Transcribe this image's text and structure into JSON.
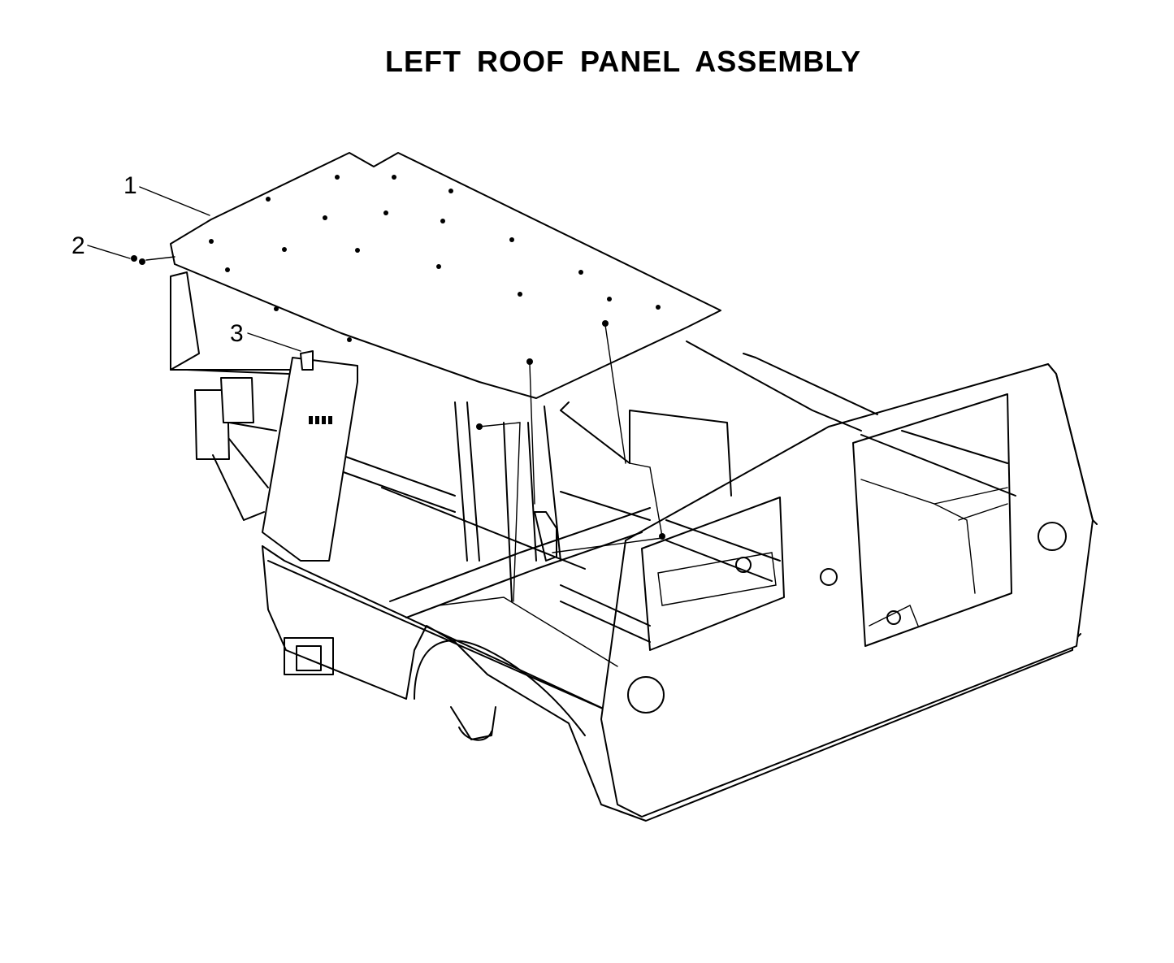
{
  "title": "LEFT ROOF PANEL ASSEMBLY",
  "callouts": [
    {
      "id": "1",
      "label": "1",
      "part": "roof-panel"
    },
    {
      "id": "2",
      "label": "2",
      "part": "bolt"
    },
    {
      "id": "3",
      "label": "3",
      "part": "bracket"
    }
  ],
  "colors": {
    "line": "#000000",
    "background": "#ffffff"
  }
}
